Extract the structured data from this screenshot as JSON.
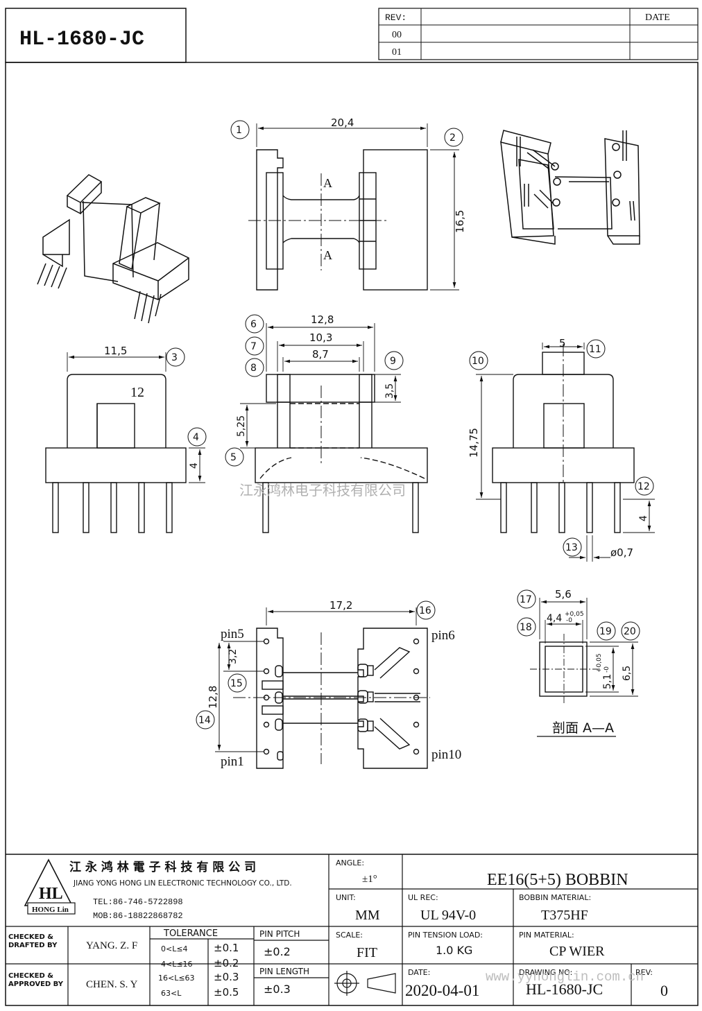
{
  "header": {
    "part_number": "HL-1680-JC",
    "rev_label": "REV:",
    "date_label": "DATE",
    "rev_rows": [
      "00",
      "01"
    ]
  },
  "dimensions": {
    "top_width": "20,4",
    "top_height": "16,5",
    "section_mark": "A",
    "side_width": "11,5",
    "side_label": "12",
    "flange_height": "4",
    "outer_width": "12,8",
    "mid_width": "10,3",
    "inner_width": "8,7",
    "slot_height": "3,5",
    "window_height": "5,25",
    "tab_width": "5",
    "total_height": "14,75",
    "pin_length": "4",
    "pin_diameter": "ø0,7",
    "pin_row_span": "17,2",
    "pin_pitch_small": "3,2",
    "pin_column_span": "12,8",
    "section_outer_w": "5,6",
    "section_inner_w": "4,4",
    "section_inner_w_tol_hi": "+0,05",
    "section_inner_w_tol_lo": "-0",
    "section_inner_h": "5,1",
    "section_inner_h_tol_hi": "+0,05",
    "section_inner_h_tol_lo": "-0",
    "section_outer_h": "6,5",
    "section_title": "剖面 A—A"
  },
  "callouts": [
    "1",
    "2",
    "3",
    "4",
    "5",
    "6",
    "7",
    "8",
    "9",
    "10",
    "11",
    "12",
    "13",
    "14",
    "15",
    "16",
    "17",
    "18",
    "19",
    "20"
  ],
  "pins": {
    "pin5": "pin5",
    "pin6": "pin6",
    "pin1": "pin1",
    "pin10": "pin10"
  },
  "watermarks": {
    "center": "江永鸿林电子科技有限公司",
    "footer": "www.yyhonglin.com.cn"
  },
  "title_block": {
    "company_cn": "江 永 鸿 林 電 子 科 技 有 限 公 司",
    "company_en": "JIANG YONG HONG LIN ELECTRONIC TECHNOLOGY CO., LTD.",
    "logo_text": "HL",
    "logo_sub": "HONG Lin",
    "tel": "TEL:86-746-5722898",
    "mob": "MOB:86-18822868782",
    "angle_label": "ANGLE:",
    "angle_value": "±1°",
    "unit_label": "UNIT:",
    "unit_value": "MM",
    "scale_label": "SCALE:",
    "scale_value": "FIT",
    "product_name": "EE16(5+5) BOBBIN",
    "ul_rec_label": "UL REC:",
    "ul_rec_value": "UL 94V-0",
    "bobbin_material_label": "BOBBIN MATERIAL:",
    "bobbin_material_value": "T375HF",
    "pin_tension_label": "PIN TENSION LOAD:",
    "pin_tension_value": "1.0 KG",
    "pin_material_label": "PIN MATERIAL:",
    "pin_material_value": "CP WIER",
    "date_label": "DATE:",
    "date_value": "2020-04-01",
    "drawing_no_label": "DRAWING NO:",
    "drawing_no_value": "HL-1680-JC",
    "rev_label": "REV:",
    "rev_value": "0",
    "checked_drafted_label": "CHECKED & DRAFTED BY",
    "checked_drafted_name": "YANG. Z. F",
    "checked_approved_label": "CHECKED & APPROVED BY",
    "checked_approved_name": "CHEN. S. Y",
    "tolerance_label": "TOLERANCE",
    "tolerance_rows": [
      {
        "range": "0<L≤4",
        "value": "±0.1"
      },
      {
        "range": "4<L≤16",
        "value": "±0.2"
      },
      {
        "range": "16<L≤63",
        "value": "±0.3"
      },
      {
        "range": "63<L",
        "value": "±0.5"
      }
    ],
    "pin_pitch_label": "PIN PITCH",
    "pin_pitch_value": "±0.2",
    "pin_length_label": "PIN LENGTH",
    "pin_length_value": "±0.3"
  }
}
